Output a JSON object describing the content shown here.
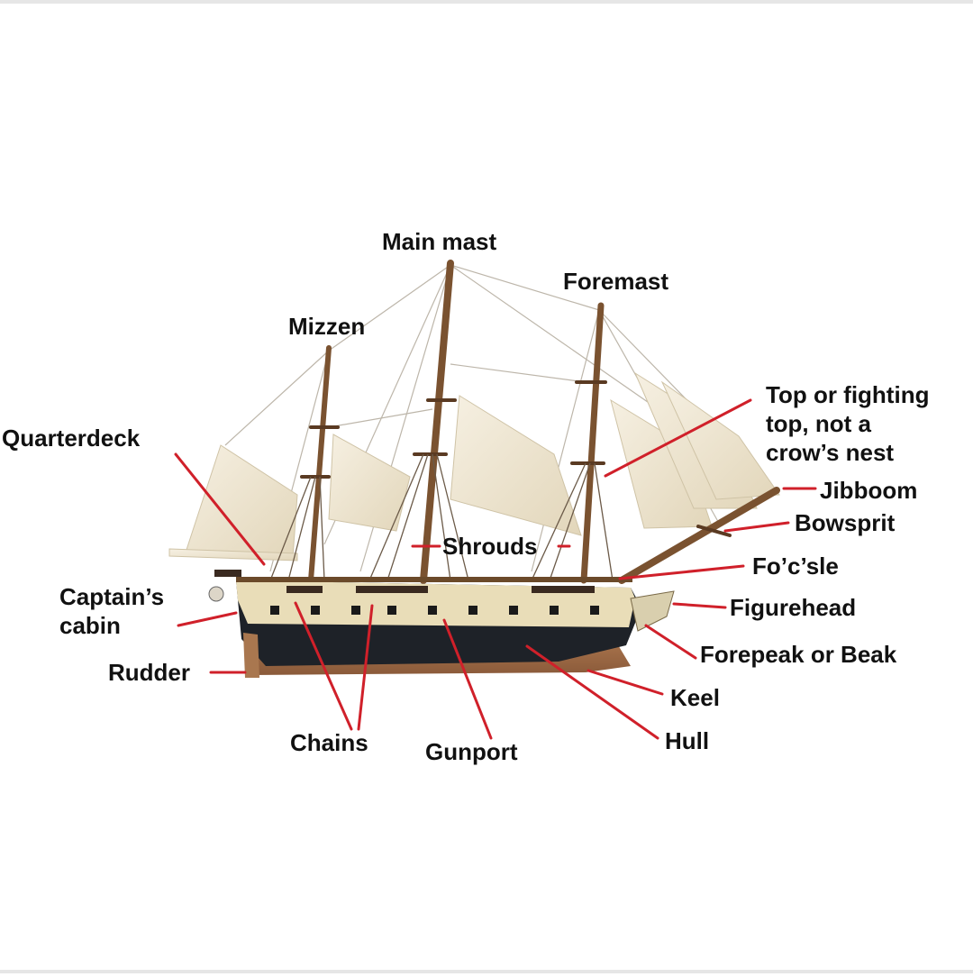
{
  "labels": {
    "main_mast": "Main mast",
    "foremast": "Foremast",
    "mizzen": "Mizzen",
    "top": "Top or fighting\ntop, not a\ncrow’s nest",
    "quarterdeck": "Quarterdeck",
    "jibboom": "Jibboom",
    "bowsprit": "Bowsprit",
    "shrouds": "Shrouds",
    "focsle": "Fo’c’sle",
    "captains_cabin": "Captain’s\ncabin",
    "figurehead": "Figurehead",
    "forepeak": "Forepeak or Beak",
    "rudder": "Rudder",
    "keel": "Keel",
    "chains": "Chains",
    "gunport": "Gunport",
    "hull": "Hull"
  },
  "colors": {
    "leader_line": "#d0202a",
    "label_text": "#111111",
    "sail": "#efe6d2",
    "hull_dark": "#1e2228",
    "hull_light": "#e9ddb8",
    "wood": "#8a5a32"
  }
}
